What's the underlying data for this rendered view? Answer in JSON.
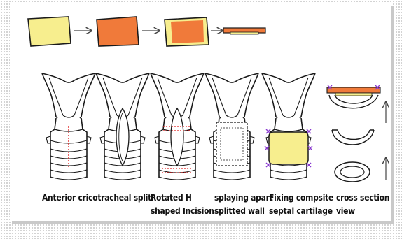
{
  "captions": {
    "step1": [
      "Anterior cricotracheal split"
    ],
    "step2": [
      "Rotated H",
      "shaped Incision"
    ],
    "step3": [
      "splaying apart",
      "splitted wall"
    ],
    "step4": [
      "Fixing compsite",
      "septal cartilage"
    ],
    "step5": [
      "cross section",
      "view"
    ]
  },
  "colors": {
    "cartilage_yellow": "#f7ee8e",
    "cartilage_orange": "#f07a3a",
    "suture_red": "#e02020",
    "suture_purple": "#8a3ad0",
    "outline": "#1a1a1a"
  }
}
